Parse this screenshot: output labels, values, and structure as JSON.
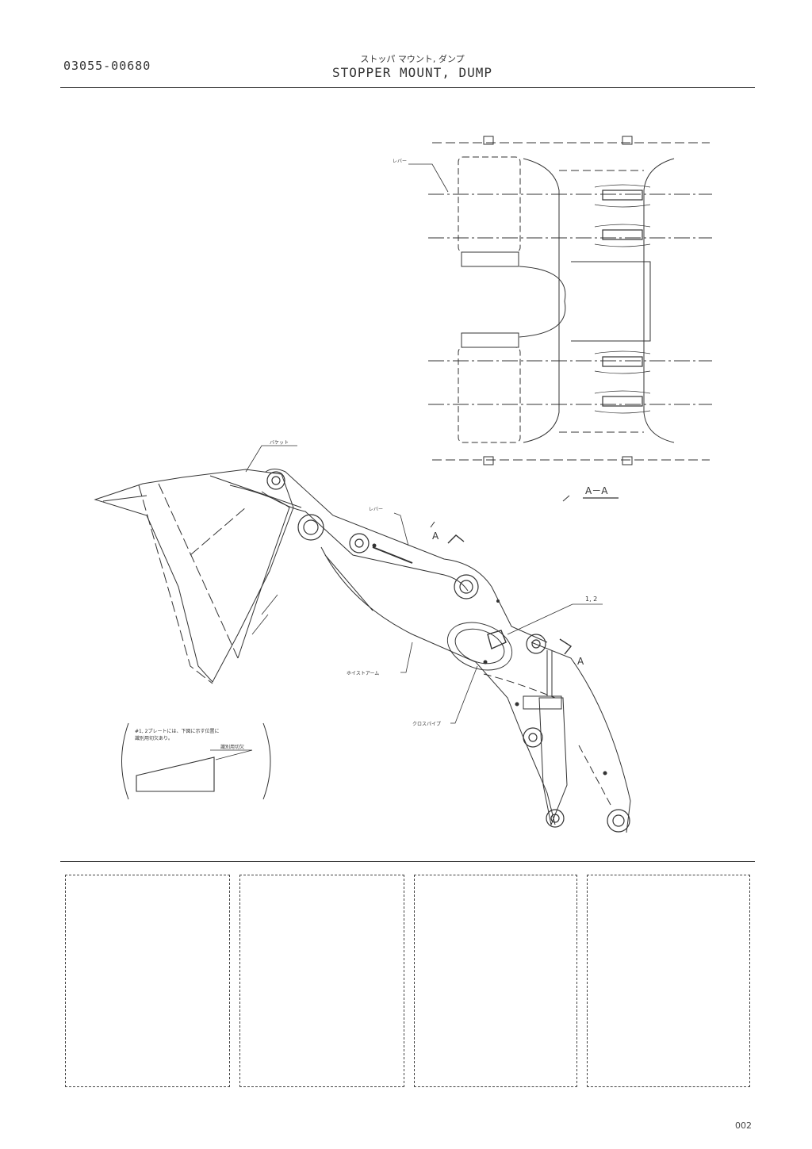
{
  "header": {
    "part_number": "03055-00680",
    "title_jp": "ストッパ マウント, ダンプ",
    "title_en": "STOPPER MOUNT, DUMP"
  },
  "labels": {
    "lever_top": "レバー",
    "bucket": "バケット",
    "lever": "レバー",
    "section_mark": "A",
    "section_view": "A－A",
    "item_ref": "1, 2",
    "hoist_arm": "ホイストアーム",
    "cross_pipe": "クロスパイプ",
    "note_line1": "#1, 2プレートには、下図に示す位置に",
    "note_line2": "識別用切欠あり。",
    "notch": "識別用切欠"
  },
  "footer": {
    "page": "002"
  },
  "colors": {
    "line": "#333333"
  }
}
